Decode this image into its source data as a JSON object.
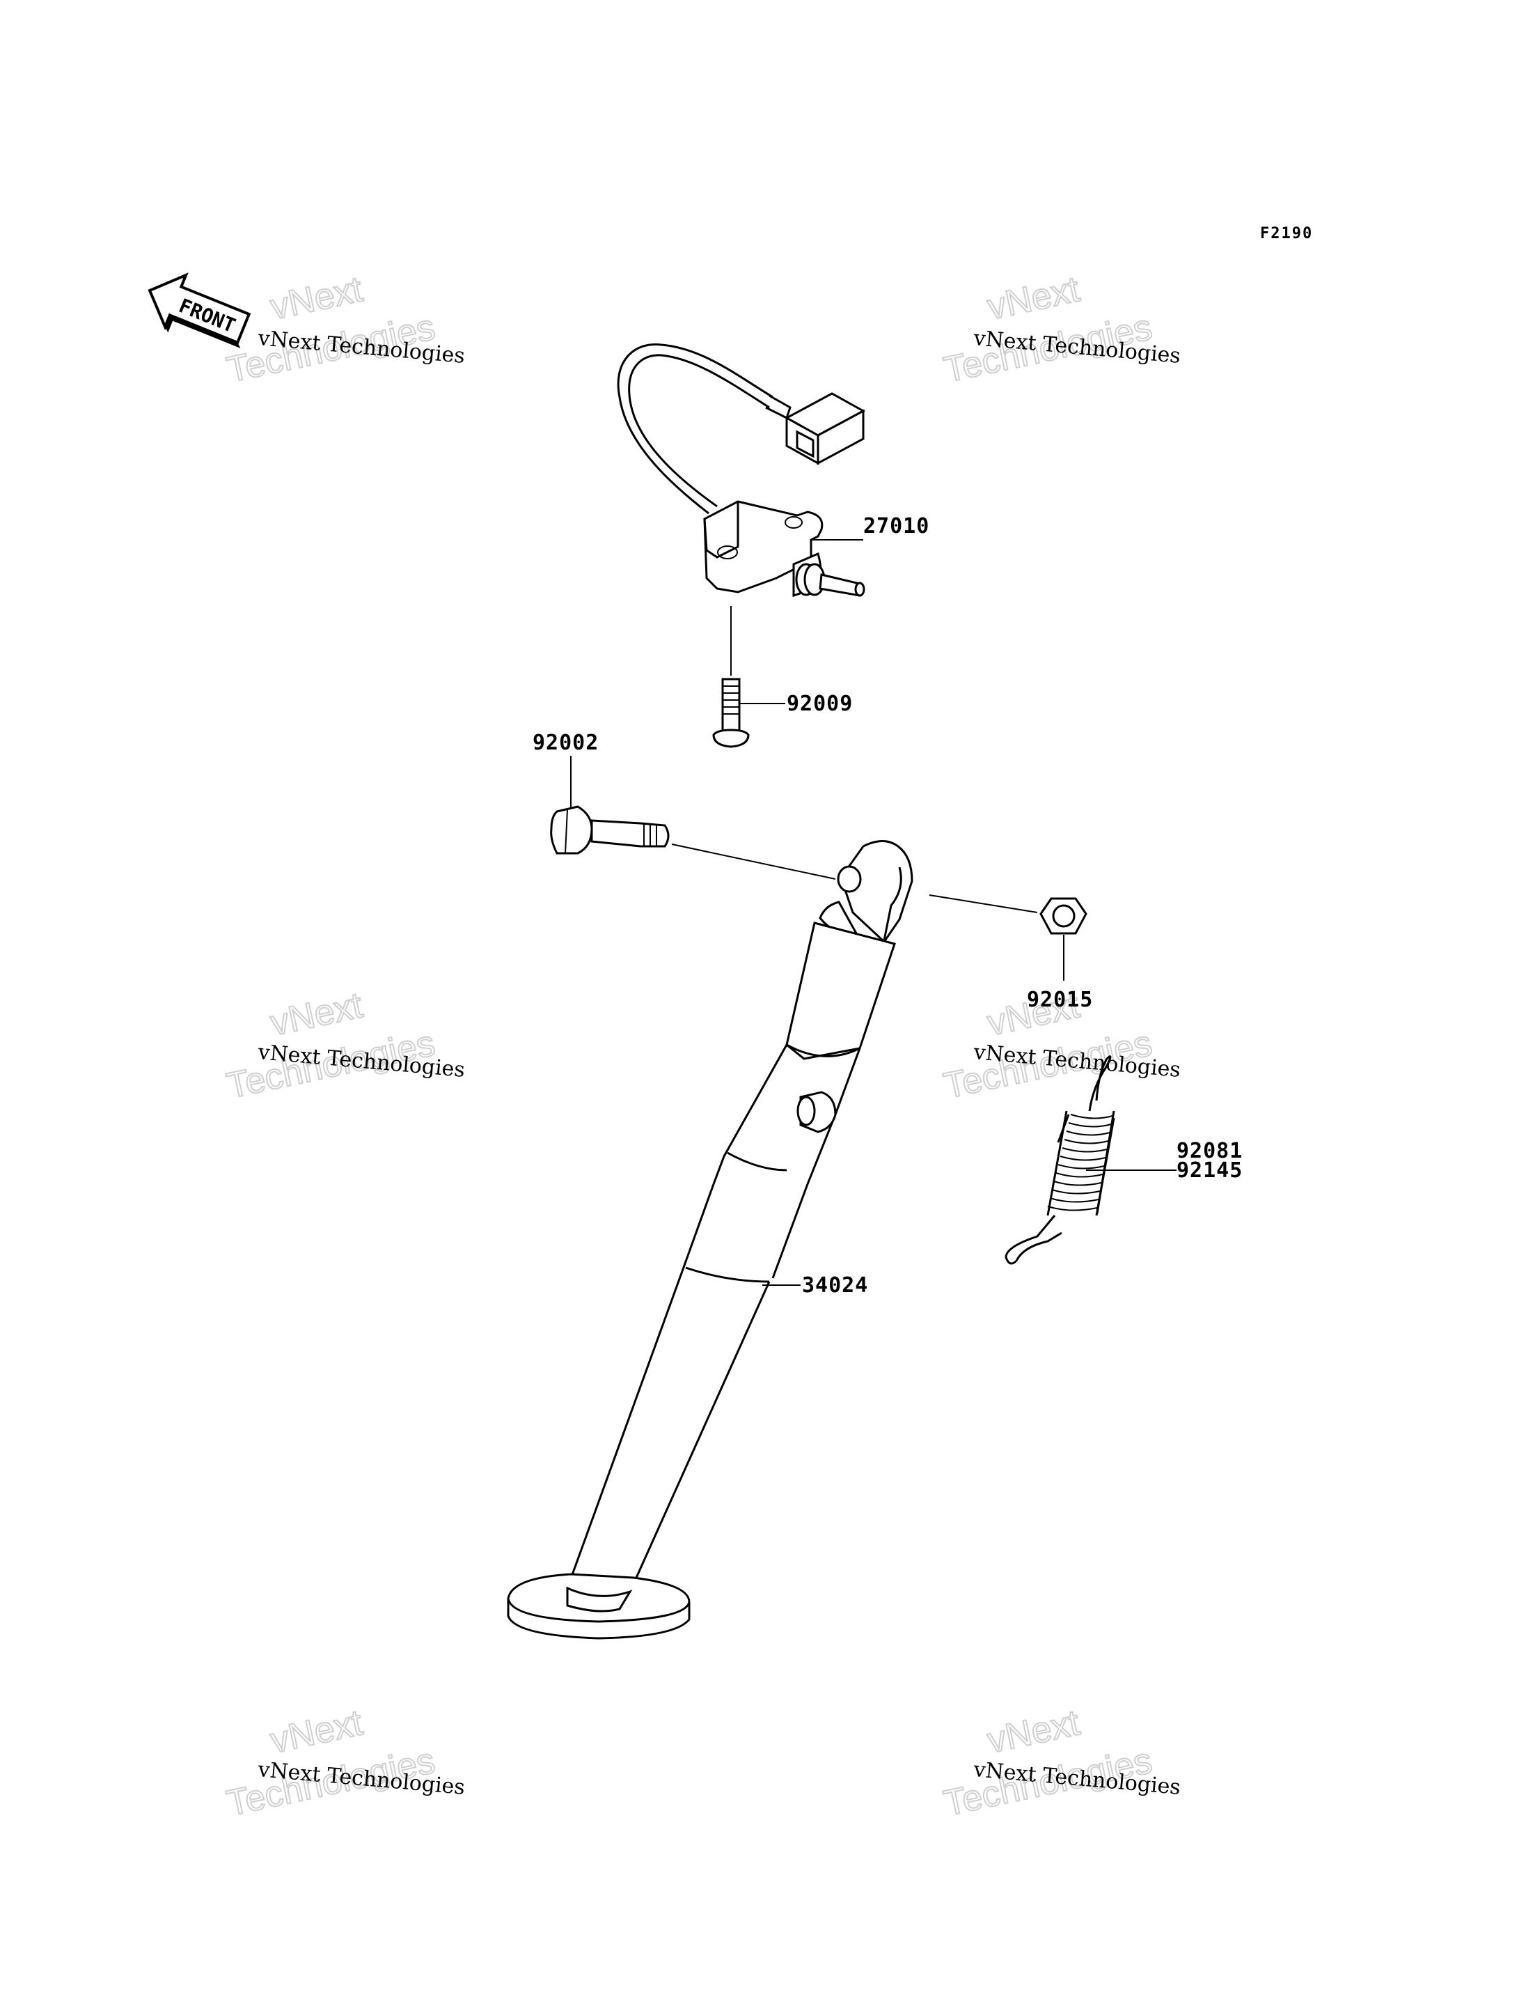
{
  "figure_code": "F2190",
  "front_label": "FRONT",
  "watermark": {
    "small_text": "vNext Technologies",
    "big_line1": "vNext",
    "big_line2": "Technologies"
  },
  "part_numbers": {
    "switch": "27010",
    "switch_screw": "92009",
    "pivot_bolt": "92002",
    "nut": "92015",
    "spring_a": "92081",
    "spring_b": "92145",
    "side_stand": "34024"
  }
}
